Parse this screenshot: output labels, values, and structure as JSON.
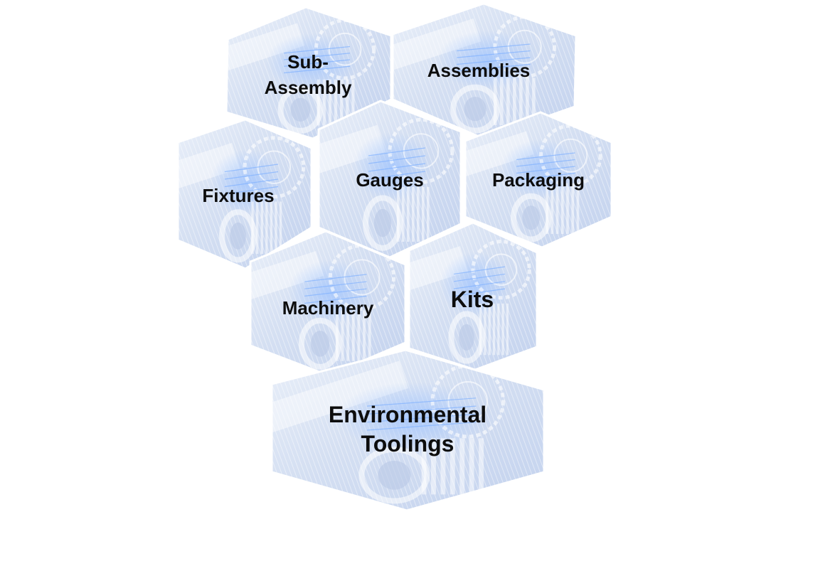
{
  "diagram": {
    "tiles": [
      {
        "id": "sub-assembly",
        "lines": [
          "Sub-",
          "Assembly"
        ]
      },
      {
        "id": "assemblies",
        "lines": [
          "Assemblies"
        ]
      },
      {
        "id": "fixtures",
        "lines": [
          "Fixtures"
        ]
      },
      {
        "id": "gauges",
        "lines": [
          "Gauges"
        ]
      },
      {
        "id": "packaging",
        "lines": [
          "Packaging"
        ]
      },
      {
        "id": "machinery",
        "lines": [
          "Machinery"
        ]
      },
      {
        "id": "kits",
        "lines": [
          "Kits"
        ]
      },
      {
        "id": "environmental-toolings",
        "lines": [
          "Environmental",
          "Toolings"
        ]
      }
    ],
    "colors": {
      "tile_fill_light": "#eef3fb",
      "tile_fill_dark": "#c9d6ee",
      "gear_stroke": "#ffffff",
      "glow": "#7fb0ff",
      "label": "#0d0d0d"
    },
    "tile_image_icon": "gear-machinery-icon"
  }
}
